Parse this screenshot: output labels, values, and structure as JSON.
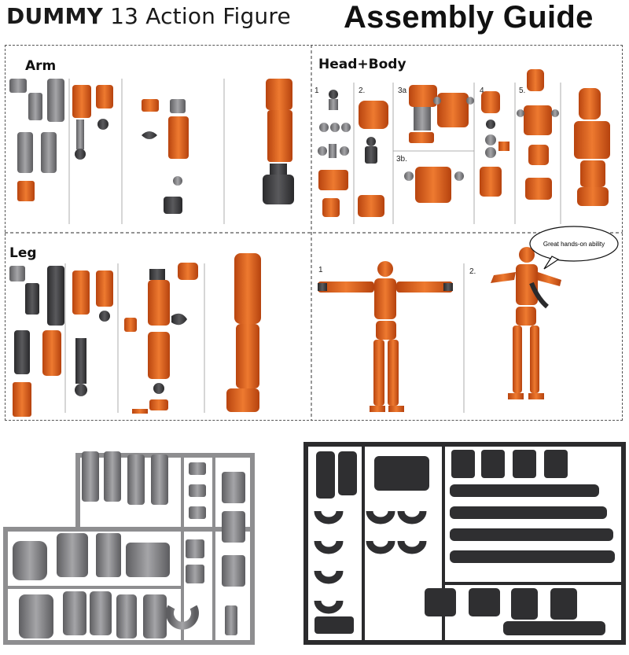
{
  "header": {
    "brand": "DUMMY",
    "subtitle": "13 Action Figure",
    "guide_title": "Assembly Guide"
  },
  "sections": {
    "arm": "Arm",
    "head_body": "Head+Body",
    "leg": "Leg"
  },
  "head_body_steps": [
    "1",
    "2.",
    "3a",
    "3b.",
    "4.",
    "5."
  ],
  "final_steps": [
    "1",
    "2."
  ],
  "speech_bubble": "Great hands-on ability",
  "colors": {
    "part_orange": "#e0601c",
    "part_gray": "#7d7d80",
    "part_dark": "#3c3c3e",
    "sprue_gray": "#8e8e90",
    "sprue_black": "#2b2b2d"
  }
}
